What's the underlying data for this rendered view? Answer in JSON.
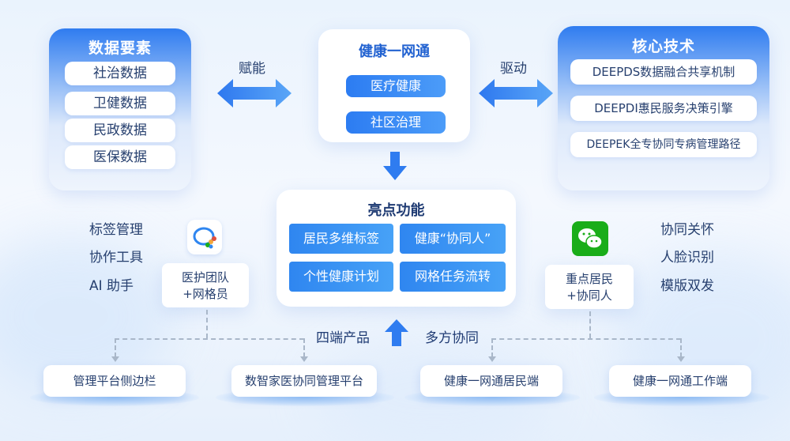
{
  "data_elements": {
    "title": "数据要素",
    "items": [
      "社治数据",
      "卫健数据",
      "民政数据",
      "医保数据"
    ]
  },
  "empower_label": "赋能",
  "health_network": {
    "title": "健康一网通",
    "items": [
      "医疗健康",
      "社区治理"
    ]
  },
  "drive_label": "驱动",
  "core_tech": {
    "title": "核心技术",
    "items": [
      "DEEPDS数据融合共享机制",
      "DEEPDI惠民服务决策引擎",
      "DEEPEK全专协同专病管理路径"
    ]
  },
  "highlights": {
    "title": "亮点功能",
    "items": [
      "居民多维标签",
      "健康“协同人”",
      "个性健康计划",
      "网格任务流转"
    ]
  },
  "left_features": [
    "标签管理",
    "协作工具",
    "AI 助手"
  ],
  "right_features": [
    "协同关怀",
    "人脸识别",
    "模版双发"
  ],
  "left_user": {
    "line1": "医护团队",
    "line2": "+网格员"
  },
  "right_user": {
    "line1": "重点居民",
    "line2": "+协同人"
  },
  "four_end_label": "四端产品",
  "multi_party_label": "多方协同",
  "platforms": [
    "管理平台侧边栏",
    "数智家医协同管理平台",
    "健康一网通居民端",
    "健康一网通工作端"
  ],
  "colors": {
    "accent": "#2f7cf0",
    "wecom_green": "#1aad19"
  },
  "icons": {
    "left_app": "wecom-icon",
    "right_app": "wechat-icon"
  }
}
